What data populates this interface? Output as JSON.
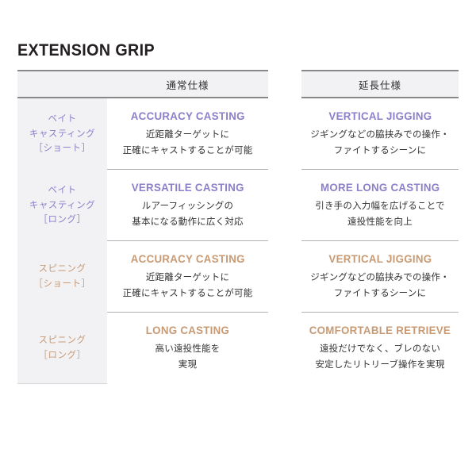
{
  "page": {
    "title": "EXTENSION GRIP",
    "colors": {
      "purple": "#8b80c9",
      "tan": "#c89a74",
      "label_bg": "#f2f2f4",
      "header_rule": "#888888",
      "text": "#2b2b2b"
    }
  },
  "table": {
    "headers": {
      "corner": "",
      "normal_spec": "通常仕様",
      "gap": "",
      "extension_spec": "延長仕様"
    },
    "arrow_icon": "arrow-right-triangle",
    "rows": [
      {
        "label": {
          "line1": "ベイト",
          "line2": "キャスティング",
          "line3": "［ショート］",
          "accent": "purple"
        },
        "normal": {
          "headline": "ACCURACY CASTING",
          "desc_line1": "近距離ターゲットに",
          "desc_line2": "正確にキャストすることが可能",
          "accent": "purple"
        },
        "extension": {
          "headline": "VERTICAL JIGGING",
          "desc_line1": "ジギングなどの脇挟みでの操作・",
          "desc_line2": "ファイトするシーンに",
          "accent": "purple"
        }
      },
      {
        "label": {
          "line1": "ベイト",
          "line2": "キャスティング",
          "line3": "［ロング］",
          "accent": "purple"
        },
        "normal": {
          "headline": "VERSATILE CASTING",
          "desc_line1": "ルアーフィッシングの",
          "desc_line2": "基本になる動作に広く対応",
          "accent": "purple"
        },
        "extension": {
          "headline": "MORE LONG CASTING",
          "desc_line1": "引き手の入力幅を広げることで",
          "desc_line2": "遠投性能を向上",
          "accent": "purple"
        }
      },
      {
        "label": {
          "line1": "スピニング",
          "line2": "［ショート］",
          "line3": "",
          "accent": "tan"
        },
        "normal": {
          "headline": "ACCURACY CASTING",
          "desc_line1": "近距離ターゲットに",
          "desc_line2": "正確にキャストすることが可能",
          "accent": "tan"
        },
        "extension": {
          "headline": "VERTICAL JIGGING",
          "desc_line1": "ジギングなどの脇挟みでの操作・",
          "desc_line2": "ファイトするシーンに",
          "accent": "tan"
        }
      },
      {
        "label": {
          "line1": "スピニング",
          "line2": "［ロング］",
          "line3": "",
          "accent": "tan"
        },
        "normal": {
          "headline": "LONG CASTING",
          "desc_line1": "高い遠投性能を",
          "desc_line2": "実現",
          "accent": "tan"
        },
        "extension": {
          "headline": "COMFORTABLE RETRIEVE",
          "desc_line1": "遠投だけでなく、ブレのない",
          "desc_line2": "安定したリトリーブ操作を実現",
          "accent": "tan"
        }
      }
    ]
  }
}
